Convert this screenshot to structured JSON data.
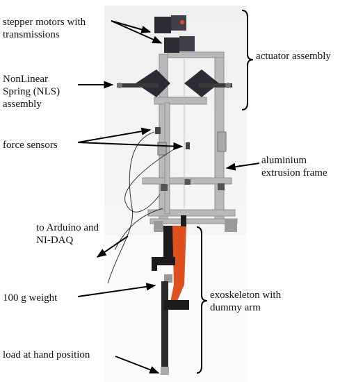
{
  "labels": {
    "stepper": [
      "stepper motors with",
      "transmissions"
    ],
    "nls": [
      "NonLinear",
      "Spring (NLS)",
      "assembly"
    ],
    "force": "force sensors",
    "arduino": [
      "to Arduino and",
      "NI-DAQ"
    ],
    "weight": "100 g weight",
    "load": "load at hand position",
    "actuator": "actuator assembly",
    "frame": [
      "aluminium",
      "extrusion frame"
    ],
    "exo": [
      "exoskeleton with",
      "dummy arm"
    ]
  },
  "colors": {
    "frame": "#b9b9b9",
    "frame_dark": "#8f8f8f",
    "motor": "#2c2c34",
    "exo_orange": "#e0501e",
    "exo_black": "#1c1c1c",
    "arrow": "#000000"
  }
}
